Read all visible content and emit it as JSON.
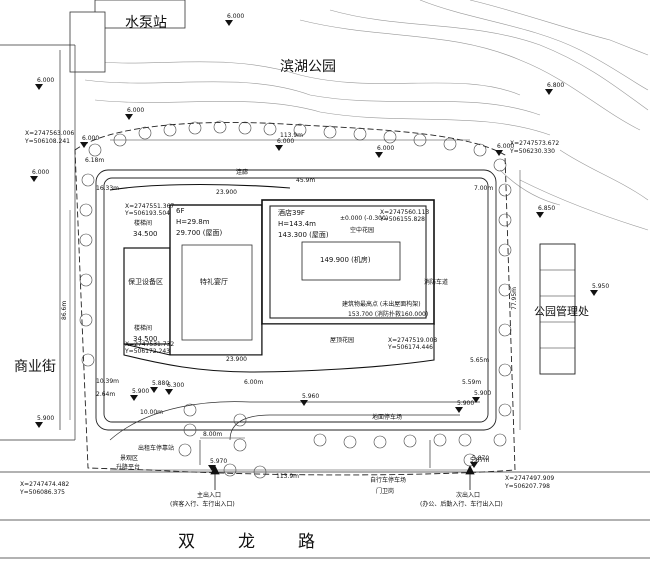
{
  "labels": {
    "pump_station": "水泵站",
    "lake_park": "滨湖公园",
    "park_office": "公园管理处",
    "commercial_street": "商业街",
    "road": [
      "双",
      "龙",
      "路"
    ],
    "main_entrance": "主出入口",
    "main_entrance_note": "(宾客入行、车行出入口)",
    "secondary_entrance": "次出入口",
    "secondary_entrance_note": "(办公、后勤入行、车行出入口)",
    "building_a_floors": "6F",
    "building_a_height": "H=29.8m",
    "building_a_elev": "29.700 (屋面)",
    "building_a_hall": "特礼宴厅",
    "building_a_equipment": "保卫设备区",
    "tower_name": "酒店39F",
    "tower_height": "H=143.4m",
    "tower_elev": "143.300 (屋面)",
    "tower_base": "±0.000 (-0.300)",
    "tower_garden": "空中花园",
    "tower_inner_elev": "149.900 (机房)",
    "tower_top_note": "建筑物最高点 (未出屋面构架)",
    "tower_top_elev": "153.700 (消防扑救160.000)",
    "elev_block_west": "34.500",
    "elev_block_west_2": "34.500",
    "elev_podium": "23.900",
    "elev_podium_2": "23.900",
    "stair_top": "楼梯间",
    "stair_bottom": "楼梯间",
    "podium_garden": "屋顶花园",
    "fire_lane": "消防车道",
    "parking_label": "地面停车场",
    "bus_stop": "出租车停靠站",
    "bike_parking": "自行车停车场",
    "landscape_label": "景观区",
    "lift_label": "升降平台",
    "guard_label": "门卫岗",
    "corridor": "连廊",
    "dim_width": "113.9m",
    "dim_width_bottom": "113.9m",
    "dim_depth": "77.95m",
    "dim_left": "86.6m",
    "dim_8m": "8.00m",
    "dim_10m": "10.00m",
    "dim_row_top": "45.9m",
    "dim_6m": "6.00m",
    "dim_5_59": "5.59m",
    "dim_10_39": "10.39m",
    "dim_16_33": "16.33m",
    "dim_7_00": "7.00m",
    "dim_6_18": "6.18m",
    "dim_5_65": "5.65m",
    "dim_2_64": "2.64m",
    "dim_5_87": "5.87m",
    "coord_tl": [
      "X=2747563.006",
      "Y=506108.241"
    ],
    "coord_tr": [
      "X=2747573.672",
      "Y=506230.330"
    ],
    "coord_bl": [
      "X=2747474.482",
      "Y=506086.375"
    ],
    "coord_br": [
      "X=2747497.909",
      "Y=506207.798"
    ],
    "coord_in1": [
      "X=2747551.367",
      "Y=506193.504"
    ],
    "coord_in2": [
      "X=2747531.732",
      "Y=506172.243"
    ],
    "coord_in3": [
      "X=2747560.113",
      "Y=506155.828"
    ],
    "coord_in4": [
      "X=2747519.008",
      "Y=506174.446"
    ],
    "elevations": [
      "6.000",
      "6.000",
      "6.000",
      "6.000",
      "6.000",
      "6.000",
      "6.000",
      "6.000",
      "5.900",
      "5.900",
      "5.900",
      "6.800",
      "6.850",
      "5.950",
      "5.960",
      "5.970",
      "5.880",
      "5.900",
      "5.870",
      "6.300"
    ]
  }
}
